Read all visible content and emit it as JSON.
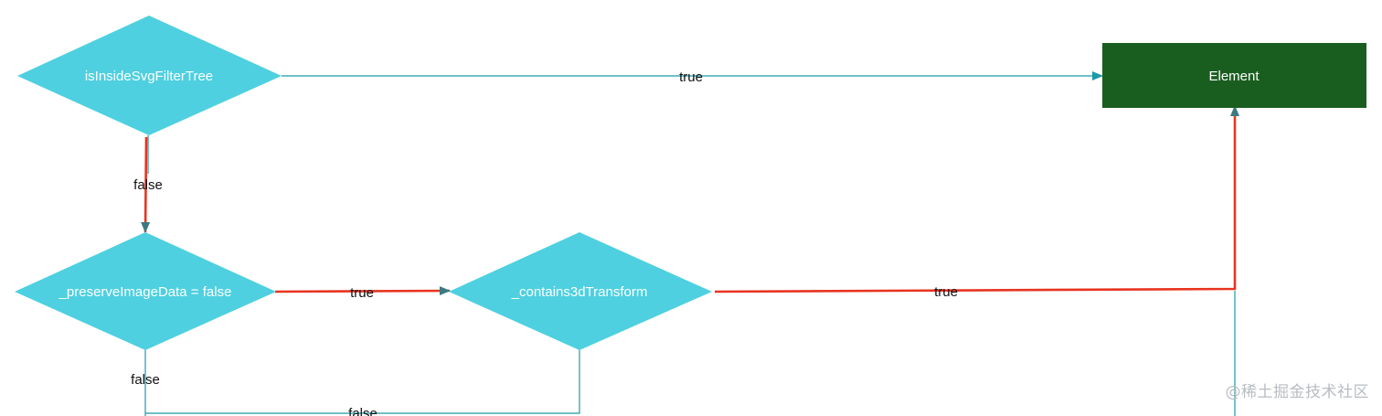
{
  "nodes": {
    "is_inside_svg_filter_tree": "isInsideSvgFilterTree",
    "preserve_image_data": "_preserveImageData = false",
    "contains_3d_transform": "_contains3dTransform",
    "element": "Element"
  },
  "edges": {
    "filter_tree_true": "true",
    "filter_tree_false": "false",
    "preserve_true": "true",
    "preserve_false": "false",
    "transform_true": "true",
    "transform_false": "false"
  },
  "watermark": "@稀土掘金技术社区",
  "colors": {
    "decision": "#4ed0e0",
    "terminal": "#1a5e1f",
    "connector": "#1b9aa8",
    "highlight": "#e8341f",
    "edge_text": "#111111",
    "node_text": "#ffffff",
    "watermark": "#b8bcc2"
  }
}
